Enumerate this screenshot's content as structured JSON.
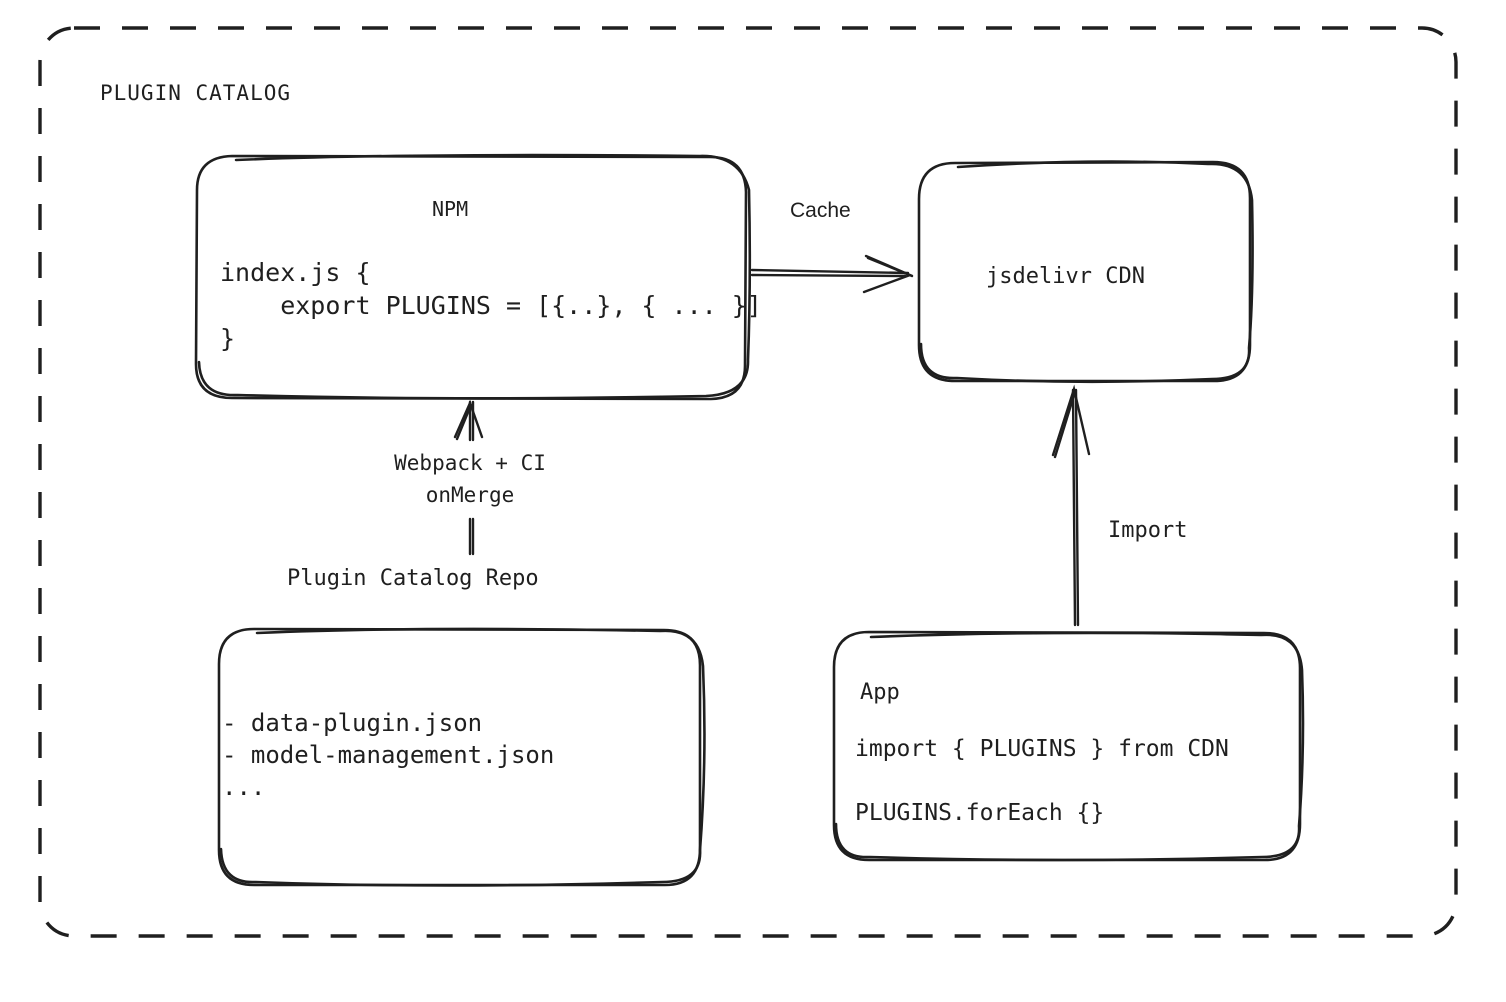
{
  "diagram": {
    "group_title": "PLUGIN CATALOG",
    "stroke_color": "#1f1f1f",
    "background": "#ffffff",
    "nodes": {
      "npm": {
        "title": "NPM",
        "code": "index.js {\n    export PLUGINS = [{..}, { ... }]\n}"
      },
      "cdn": {
        "title": "jsdelivr CDN"
      },
      "repo": {
        "caption": "Plugin Catalog Repo",
        "files": "- data-plugin.json\n- model-management.json\n..."
      },
      "app": {
        "title": "App",
        "line1": "import { PLUGINS } from CDN",
        "line2": "PLUGINS.forEach {}"
      }
    },
    "edges": {
      "cache": "Cache",
      "webpack": "Webpack + CI\nonMerge",
      "import": "Import"
    }
  }
}
